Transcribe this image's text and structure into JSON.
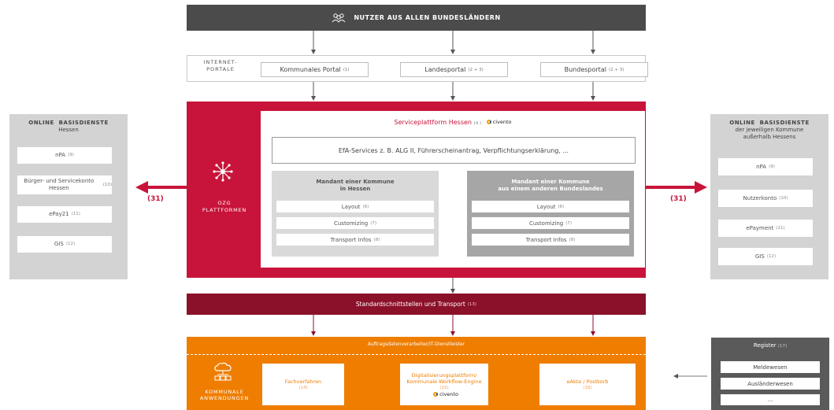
{
  "top": {
    "users_label": "NUTZER AUS ALLEN BUNDESLÄNDERN"
  },
  "portals": {
    "label": "INTERNET-\nPORTALE",
    "items": [
      {
        "label": "Kommunales Portal",
        "ref": "(1)"
      },
      {
        "label": "Landesportal",
        "ref": "(2 + 3)"
      },
      {
        "label": "Bundesportal",
        "ref": "(2 + 3)"
      }
    ]
  },
  "platform": {
    "label": "OZG\nPLATTFORMEN",
    "service_title": "Serviceplattform Hessen",
    "service_ref": "(4.)",
    "civento": "civento",
    "efa": "EfA-Services z. B. ALG II, Führerscheinantrag, Verpflichtungserklärung, ...",
    "mandant_hessen": {
      "title": "Mandant einer Kommune\nin Hessen",
      "rows": [
        {
          "label": "Layout",
          "ref": "(6)"
        },
        {
          "label": "Customizing",
          "ref": "(7)"
        },
        {
          "label": "Transport Infos",
          "ref": "(8)"
        }
      ]
    },
    "mandant_other": {
      "title": "Mandant einer Kommune\naus einem anderen Bundeslandes",
      "rows": [
        {
          "label": "Layout",
          "ref": "(6)"
        },
        {
          "label": "Customizing",
          "ref": "(7)"
        },
        {
          "label": "Transport Infos",
          "ref": "(8)"
        }
      ]
    }
  },
  "left_panel": {
    "title": "ONLINE  BASISDIENSTE",
    "subtitle": "Hessen",
    "items": [
      {
        "label": "nPA",
        "ref": "(9)"
      },
      {
        "label": "Bürger- und Servicekonto Hessen",
        "ref": "(10)"
      },
      {
        "label": "ePay21",
        "ref": "(11)"
      },
      {
        "label": "GIS",
        "ref": "(12)"
      }
    ],
    "arrow_label": "(31)"
  },
  "right_panel": {
    "title": "ONLINE  BASISDIENSTE",
    "subtitle": "der jeweiligen Kommune\naußerhalb Hessens",
    "items": [
      {
        "label": "nPA",
        "ref": "(9)"
      },
      {
        "label": "Nutzerkonto",
        "ref": "(10)"
      },
      {
        "label": "ePayment",
        "ref": "(11)"
      },
      {
        "label": "GIS",
        "ref": "(12)"
      }
    ],
    "arrow_label": "(31)"
  },
  "std": {
    "label": "Standardschnittstellen und Transport",
    "ref": "(13)"
  },
  "kommunal": {
    "auftrag": "Auftragsdatenverarbeiter/IT-Dienstleister",
    "label": "KOMMUNALE\nANWENDUNGEN",
    "apps": [
      {
        "label": "Fachverfahren",
        "ref": "(14)",
        "civento": ""
      },
      {
        "label": "Digitalisierungsplattform/\nKommunale Workflow-Engine",
        "ref": "(15)",
        "civento": "civento"
      },
      {
        "label": "eAkte / Postkorb",
        "ref": "(16)",
        "civento": ""
      }
    ]
  },
  "register": {
    "title": "Register",
    "ref": "(17)",
    "items": [
      "Meldewesen",
      "Ausländerwesen",
      "..."
    ]
  },
  "colors": {
    "red": "#c8143a",
    "dark_red": "#8b1029",
    "orange": "#ef7d00",
    "dark_grey": "#4b4b4b"
  }
}
